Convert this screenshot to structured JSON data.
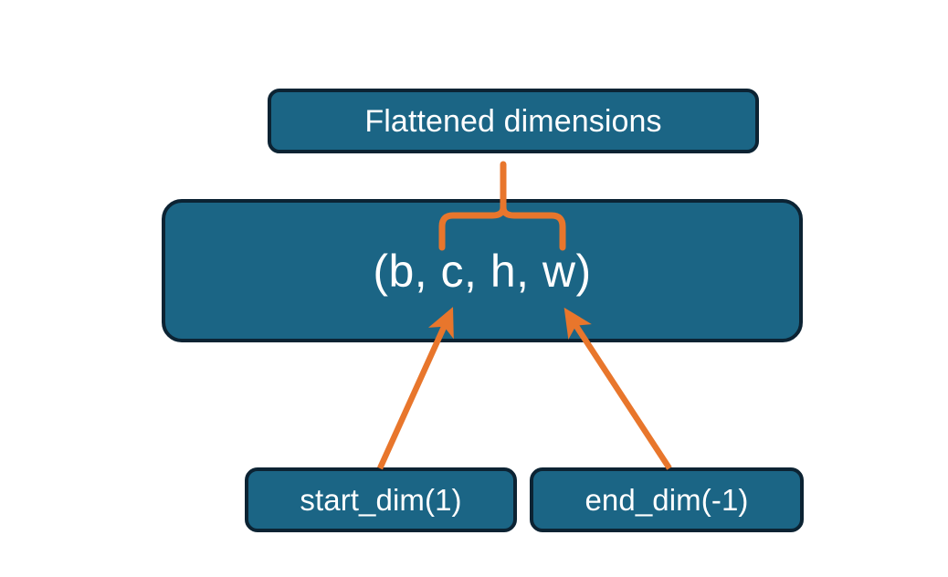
{
  "diagram": {
    "title_text": "Flattened dimensions",
    "tuple_text": "(b, c, h, w)",
    "start_dim_text": "start_dim(1)",
    "end_dim_text": "end_dim(-1)",
    "colors": {
      "node_fill": "#1b6585",
      "node_border": "#0c2333",
      "connector": "#e8762c",
      "node_text": "#ffffff",
      "background": "#ffffff"
    },
    "nodes": [
      {
        "id": "flattened",
        "label": "Flattened dimensions"
      },
      {
        "id": "tuple",
        "label": "(b, c, h, w)"
      },
      {
        "id": "start_dim",
        "label": "start_dim(1)"
      },
      {
        "id": "end_dim",
        "label": "end_dim(-1)"
      }
    ],
    "connectors": [
      {
        "id": "brace",
        "kind": "curly-brace-up",
        "from": "tuple-dims-c-h-w",
        "to": "flattened"
      },
      {
        "id": "arrow-start",
        "kind": "arrow-up",
        "from": "start_dim",
        "to": "tuple-dim-c"
      },
      {
        "id": "arrow-end",
        "kind": "arrow-up",
        "from": "end_dim",
        "to": "tuple-dim-w"
      }
    ]
  }
}
